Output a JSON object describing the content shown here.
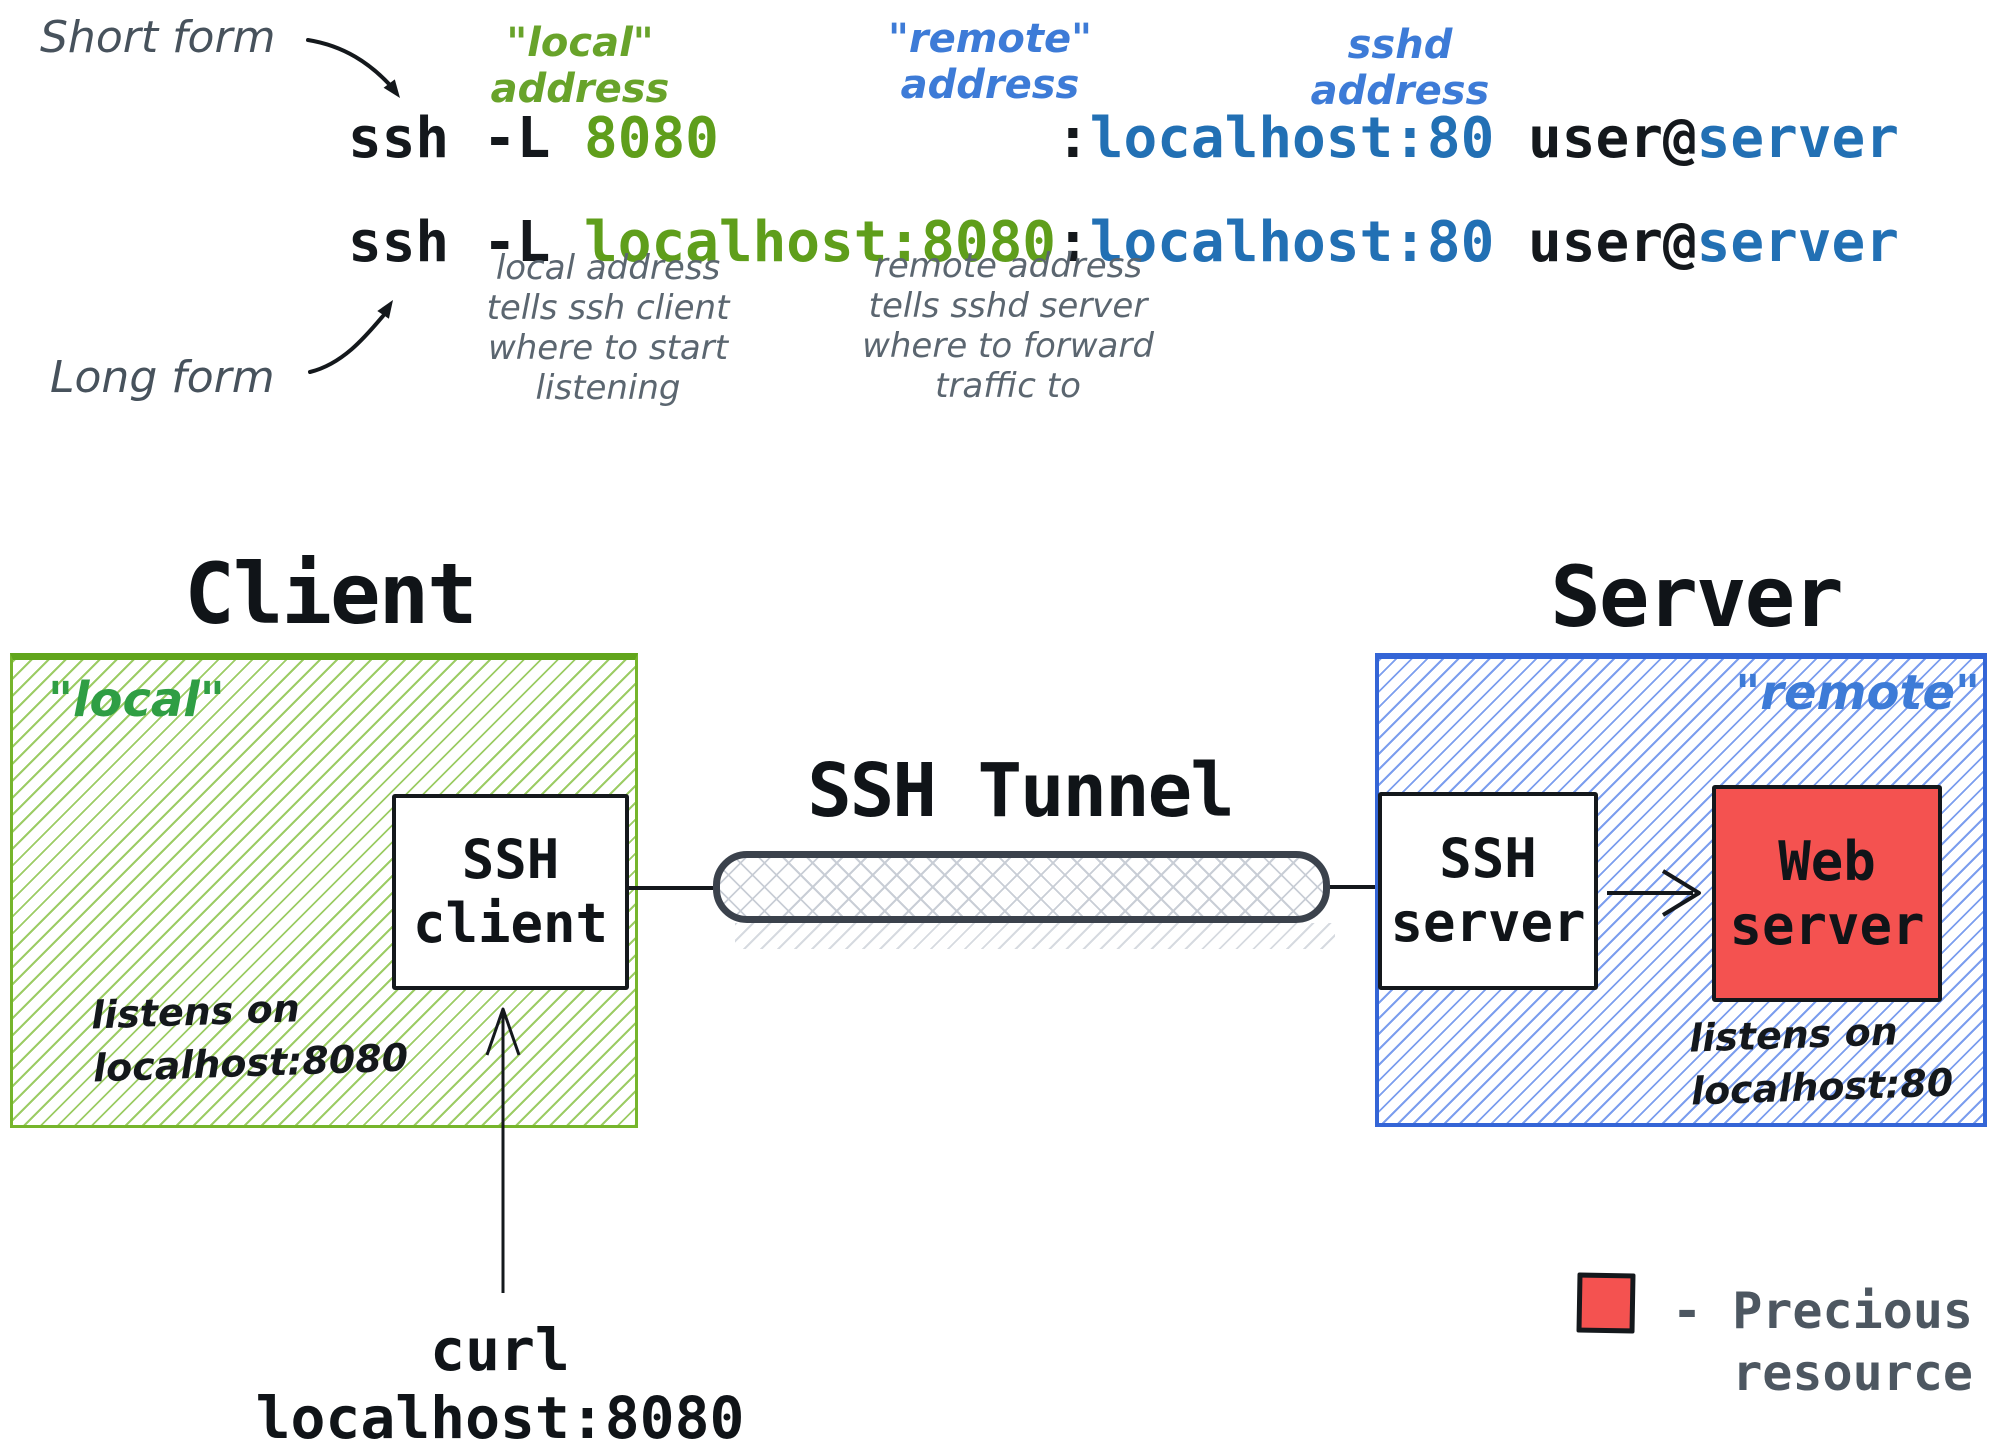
{
  "annotations": {
    "short_form": "Short form",
    "long_form": "Long form",
    "headers": {
      "local": "\"local\" address",
      "remote": "\"remote\" address",
      "sshd": "sshd address"
    },
    "cmd1": {
      "prefix": "ssh -L ",
      "local_arg": "8080",
      "gap": "          ",
      "colon": ":",
      "remote_arg": "localhost:80",
      "sep": " ",
      "user": "user@",
      "host": "server"
    },
    "cmd2": {
      "prefix": "ssh -L ",
      "local_arg": "localhost:8080",
      "gap": "",
      "colon": ":",
      "remote_arg": "localhost:80",
      "sep": " ",
      "user": "user@",
      "host": "server"
    },
    "note_local": [
      "local address",
      "tells ssh client",
      "where to start",
      "listening"
    ],
    "note_remote": [
      "remote address",
      "tells sshd server",
      "where to forward",
      "traffic to"
    ]
  },
  "diagram": {
    "client": {
      "heading": "Client",
      "zone_label": "\"local\"",
      "box_line1": "SSH",
      "box_line2": "client",
      "listens_line1": "listens on",
      "listens_line2": "localhost:8080"
    },
    "tunnel": {
      "label": "SSH Tunnel"
    },
    "server": {
      "heading": "Server",
      "zone_label": "\"remote\"",
      "ssh_box_line1": "SSH",
      "ssh_box_line2": "server",
      "web_box_line1": "Web",
      "web_box_line2": "server",
      "listens_line1": "listens on",
      "listens_line2": "localhost:80"
    },
    "curl_command": "curl localhost:8080",
    "legend": {
      "label": "- Precious\n  resource"
    }
  },
  "colors": {
    "black": "#14181c",
    "slate": "#47525c",
    "gray_note": "#5b6670",
    "green_text": "#5f9e1b",
    "green_hdr": "#68a32a",
    "green_zone": "#2f9e44",
    "green_border": "#76b52c",
    "green_border_top": "#61a51c",
    "blue_text": "#2270b4",
    "blue_hand": "#3d7bd7",
    "blue_border": "#3465d6",
    "tunnel_border": "#3b424c",
    "tunnel_hatch": "#c9ced6",
    "red": "#f45250",
    "legend_text": "#4d5761"
  }
}
